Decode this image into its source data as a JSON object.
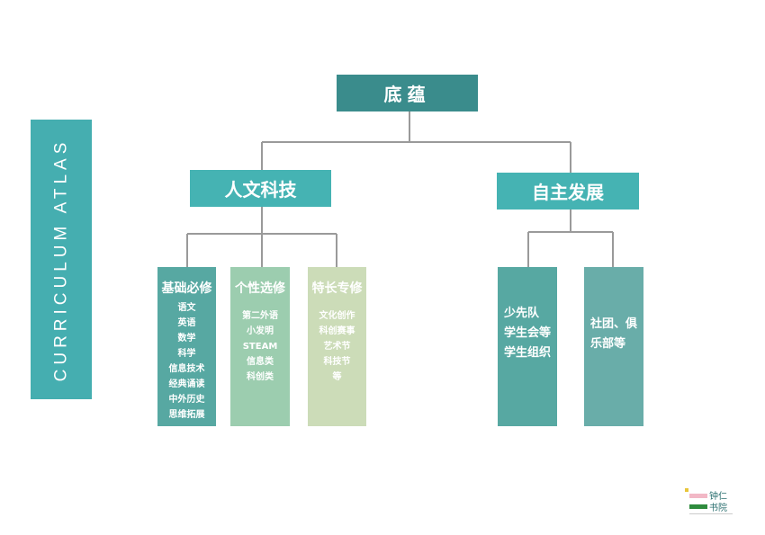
{
  "side_banner": {
    "text": "CURRICULUM ATLAS"
  },
  "root": {
    "label": "底蕴"
  },
  "branches": [
    {
      "label": "人文科技",
      "columns": [
        {
          "title": "基础必修",
          "items": [
            "语文",
            "英语",
            "数学",
            "科学",
            "信息技术",
            "经典诵读",
            "中外历史",
            "思维拓展"
          ]
        },
        {
          "title": "个性选修",
          "items": [
            "第二外语",
            "小发明",
            "STEAM",
            "信息类",
            "科创类"
          ]
        },
        {
          "title": "特长专修",
          "items": [
            "文化创作",
            "科创赛事",
            "艺术节",
            "科技节",
            "等"
          ]
        }
      ]
    },
    {
      "label": "自主发展",
      "columns": [
        {
          "lines": [
            "少先队",
            "学生会等",
            "学生组织"
          ]
        },
        {
          "lines": [
            "社团、俱",
            "乐部等"
          ]
        }
      ]
    }
  ],
  "colors": {
    "root": "#3a8c8c",
    "branch": "#45b3b3",
    "banner": "#45aeb0",
    "leaf_dark": "#57a8a2",
    "leaf_mid": "#9ccdaf",
    "leaf_light": "#ccdcb8",
    "line": "#9a9a9a"
  },
  "logo": {
    "text_top": "钟仁",
    "text_bottom": "书院"
  }
}
